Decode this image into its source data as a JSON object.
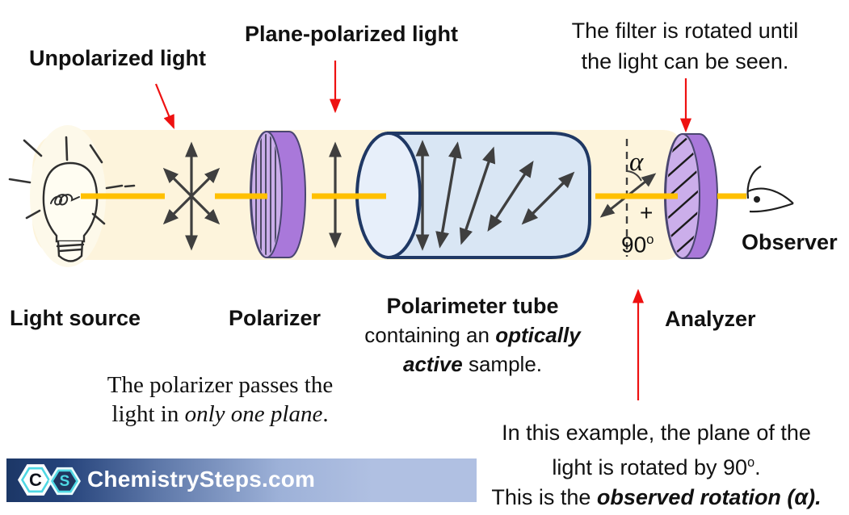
{
  "labels": {
    "unpolarized_light": "Unpolarized light",
    "plane_polarized_light": "Plane-polarized light",
    "light_source": "Light source",
    "polarizer": "Polarizer",
    "analyzer": "Analyzer",
    "observer": "Observer"
  },
  "filter_note": {
    "line1": "The filter is rotated until",
    "line2": "the light can be seen."
  },
  "polarimeter": {
    "title": "Polarimeter tube",
    "line2_pre": "containing an ",
    "line2_em": "optically",
    "line3_em": "active",
    "line3_post": " sample."
  },
  "polarizer_note": {
    "line1": "The polarizer passes the",
    "line2_pre": "light in ",
    "line2_em": "only one plane",
    "line2_post": "."
  },
  "example_note": {
    "line1": "In this example, the plane of the",
    "line2_pre": "light is rotated by 90",
    "line2_sup": "o",
    "line2_post": ".",
    "line3_pre": "This is the ",
    "line3_em": "observed rotation (α)."
  },
  "angle": {
    "alpha": "α",
    "plus": "+",
    "value": "90",
    "sup": "o"
  },
  "logo": {
    "hex1_letter": "C",
    "hex2_letter": "S",
    "site": "ChemistrySteps.com"
  },
  "colors": {
    "beam": "#ffc000",
    "band": "#fdf4dc",
    "glow": "#fdf9ea",
    "purple_body": "#a978da",
    "purple_face": "#cbaeea",
    "tube_fill": "#d9e6f4",
    "tube_face": "#e7effa",
    "tube_border": "#1f3864",
    "arrow_gray": "#3f3f3f",
    "red": "#ee1111",
    "logo_dark": "#1d3a66",
    "logo_light": "#b0c0e2",
    "logo_cyan": "#4fd8e4"
  }
}
